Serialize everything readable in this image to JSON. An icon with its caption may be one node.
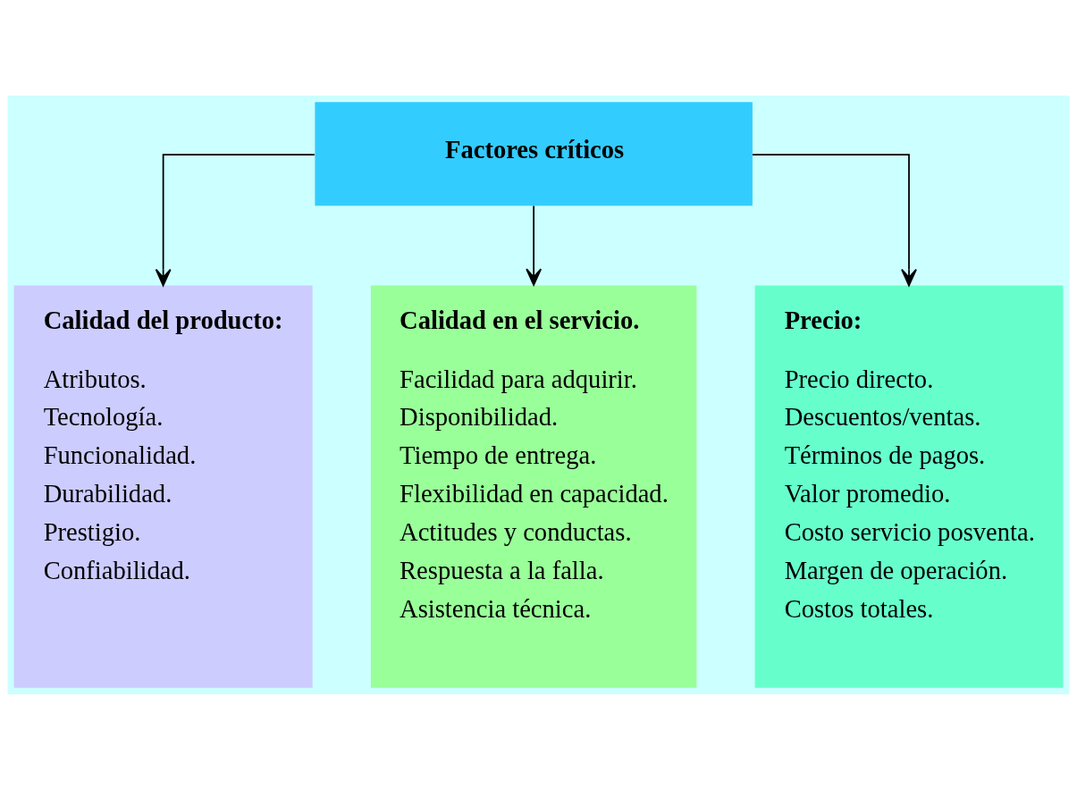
{
  "diagram": {
    "nodes": [
      {
        "text": [
          "Factores críticos"
        ]
      },
      {
        "text": [
          "Calidad del producto:",
          "Atributos.",
          "Tecnología.",
          "Funcionalidad.",
          "Durabilidad.",
          "Prestigio.",
          "Confiabilidad."
        ]
      },
      {
        "text": [
          "Calidad en el servicio.",
          "Facilidad para adquirir.",
          "Disponibilidad.",
          "Tiempo de entrega.",
          "Flexibilidad en capacidad.",
          "Actitudes y conductas.",
          "Respuesta a la falla.",
          "Asistencia técnica."
        ]
      },
      {
        "text": [
          "Precio:",
          "Precio directo.",
          "Descuentos/ventas.",
          "Términos de pagos.",
          "Valor promedio.",
          "Costo servicio posventa.",
          "Margen de operación.",
          "Costos totales."
        ]
      }
    ],
    "edges": [
      {
        "from": 0,
        "to": 1,
        "arrow": "to"
      },
      {
        "from": 0,
        "to": 2,
        "arrow": "to"
      },
      {
        "from": 0,
        "to": 3,
        "arrow": "to"
      }
    ]
  }
}
